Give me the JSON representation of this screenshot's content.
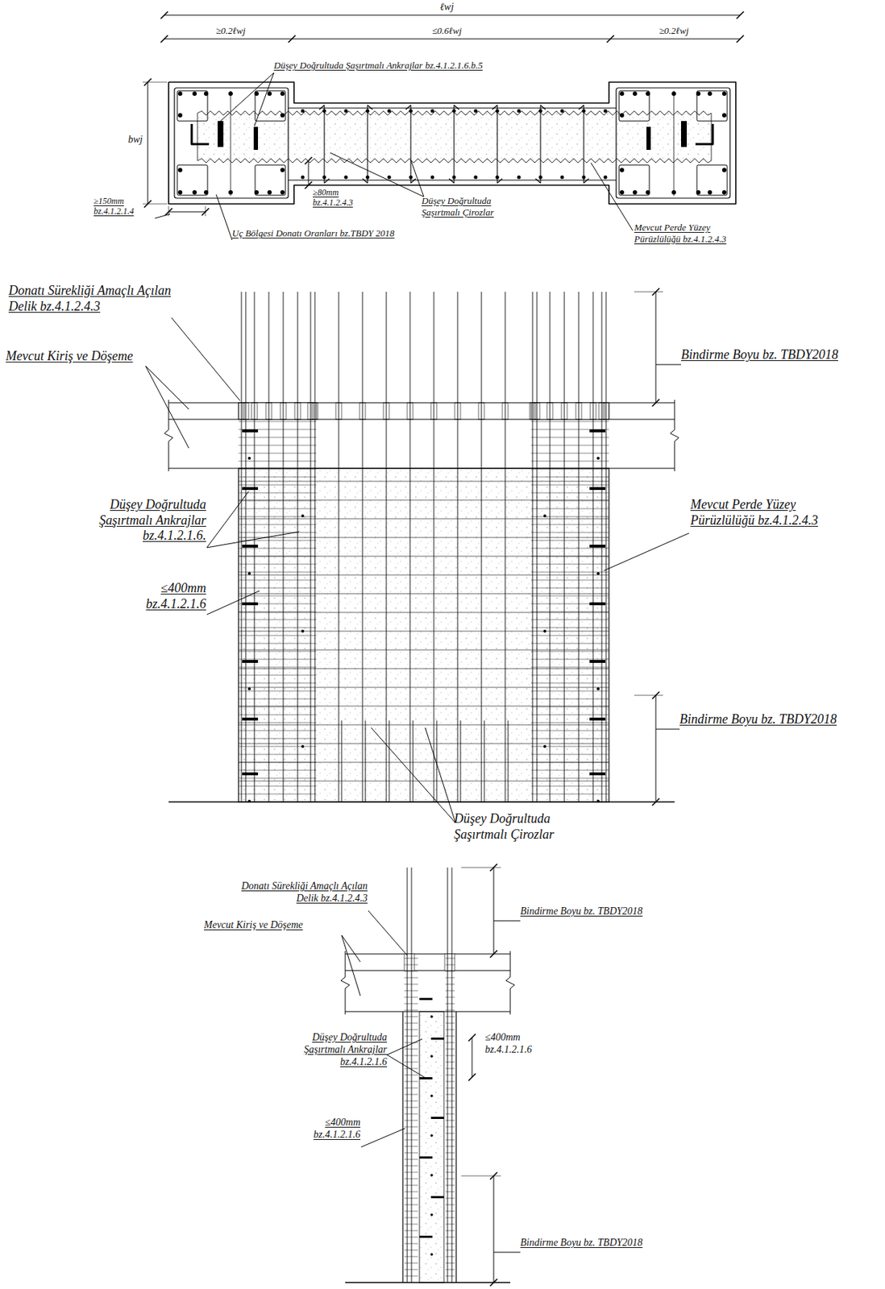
{
  "diagram": {
    "labels": [
      "ℓwj",
      "≥0.2ℓwj",
      "≤0.6ℓwj",
      "≥0.2ℓwj",
      "Düşey Doğrultuda Şaşırtmalı Ankrajlar bz.4.1.2.1.6.b.5",
      "bwj",
      "≥80mm bz.4.1.2.4.3",
      "Düşey Doğrultuda Şaşırtmalı Çirozlar",
      "≥150mm bz.4.1.2.1.4",
      "Uç Bölgesi Donatı Oranları bz.TBDY 2018",
      "Mevcut Perde Yüzey Pürüzlülüğü bz.4.1.2.4.3",
      "Donatı Sürekliği Amaçlı Açılan Delik bz.4.1.2.4.3",
      "Mevcut Kiriş ve Döşeme",
      "Bindirme Boyu bz. TBDY2018",
      "Düşey Doğrultuda Şaşırtmalı Ankrajlar bz.4.1.2.1.6.",
      "Mevcut Perde Yüzey Pürüzlülüğü bz.4.1.2.4.3",
      "≤400mm bz.4.1.2.1.6",
      "Bindirme Boyu bz. TBDY2018",
      "Düşey Doğrultuda Şaşırtmalı Çirozlar",
      "Donatı Sürekliği Amaçlı Açılan Delik bz.4.1.2.4.3",
      "Bindirme Boyu bz. TBDY2018",
      "Mevcut Kiriş ve Döşeme",
      "Düşey Doğrultuda Şaşırtmalı Ankrajlar bz.4.1.2.1.6",
      "≤400mm bz.4.1.2.1.6",
      "≤400mm bz.4.1.2.1.6",
      "Bindirme Boyu bz. TBDY2018"
    ]
  }
}
